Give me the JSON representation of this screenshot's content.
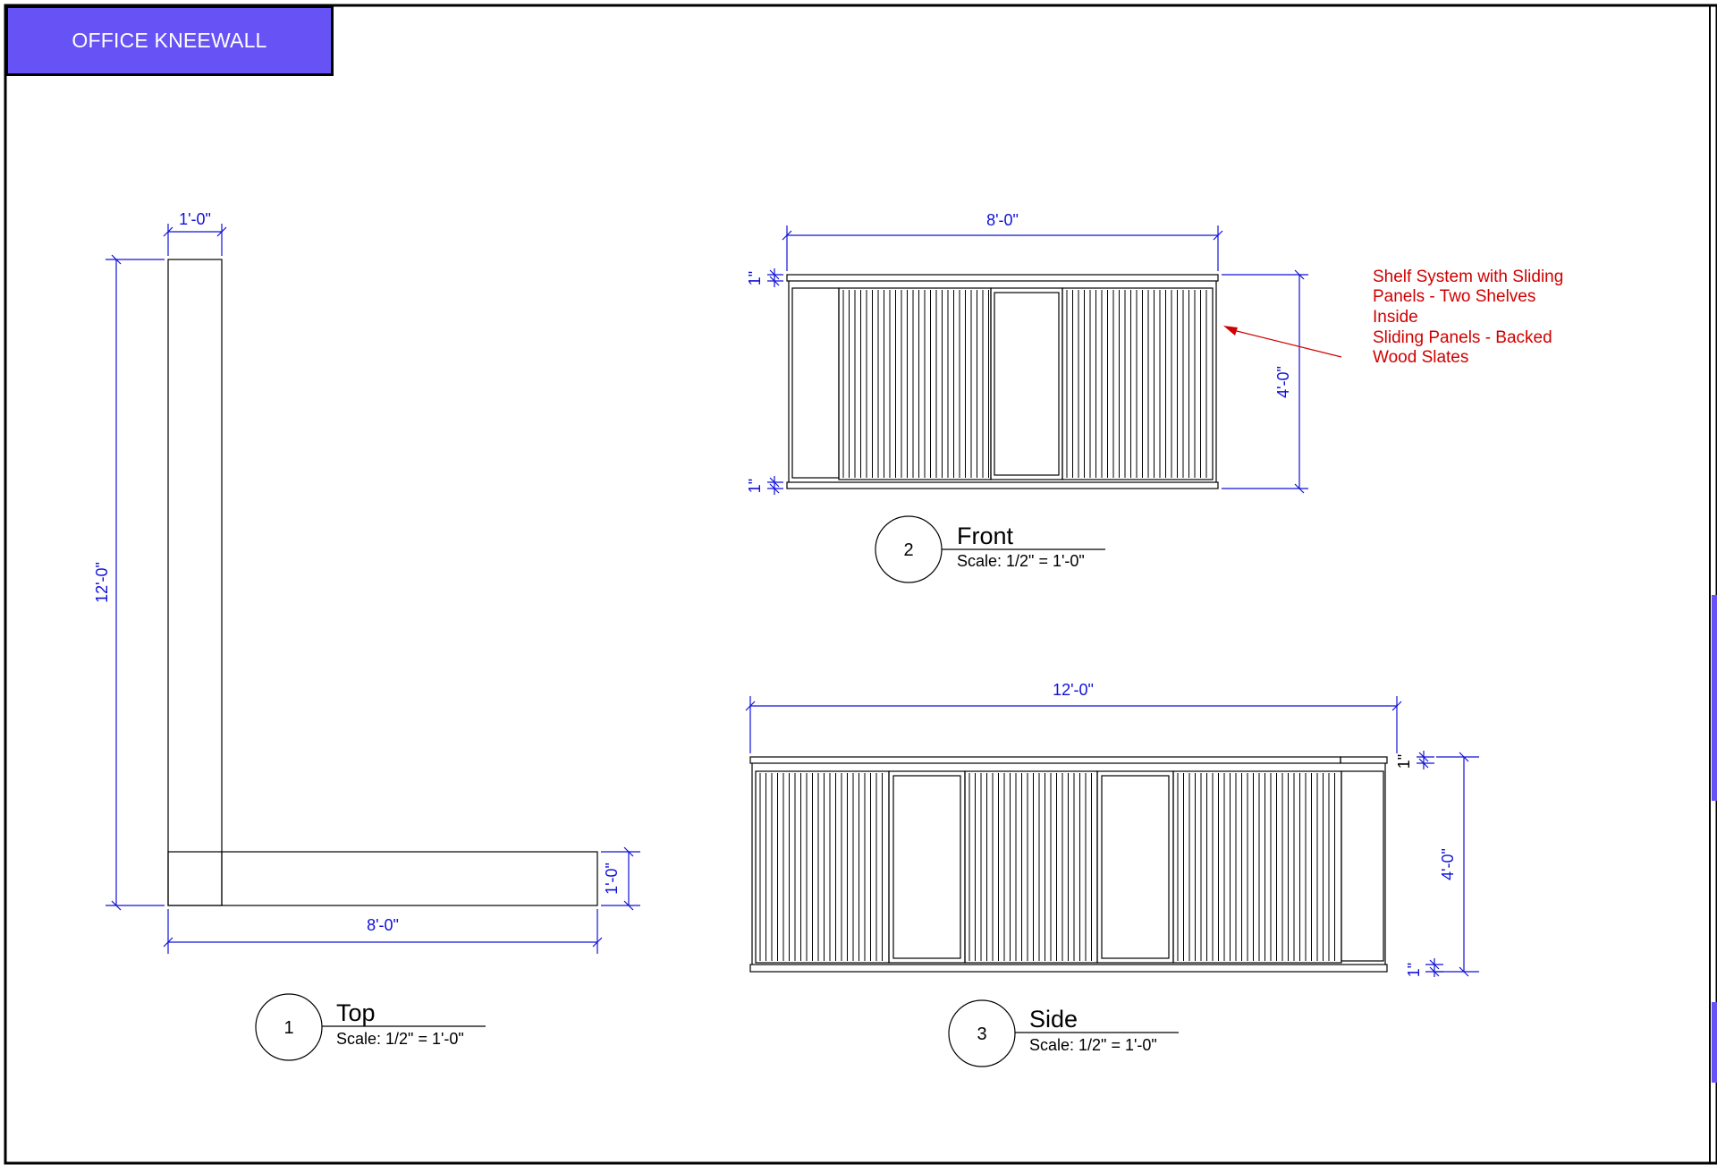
{
  "sheet": {
    "title": "OFFICE KNEEWALL",
    "accent_color": "#6652f5",
    "dimension_color": "#1010d8",
    "note_color": "#d00000"
  },
  "views": {
    "top": {
      "number": "1",
      "name": "Top",
      "scale": "Scale: 1/2\" = 1'-0\"",
      "dims": {
        "width": "1'-0\"",
        "height": "12'-0\"",
        "base_length": "8'-0\"",
        "base_width": "1'-0\""
      }
    },
    "front": {
      "number": "2",
      "name": "Front",
      "scale": "Scale: 1/2\" = 1'-0\"",
      "dims": {
        "length": "8'-0\"",
        "height": "4'-0\"",
        "top_cap": "1\"",
        "bottom_base": "1\""
      }
    },
    "side": {
      "number": "3",
      "name": "Side",
      "scale": "Scale: 1/2\" = 1'-0\"",
      "dims": {
        "length": "12'-0\"",
        "height": "4'-0\"",
        "top_cap": "1\"",
        "bottom_base": "1\""
      }
    }
  },
  "note": {
    "lines": [
      "Shelf System with Sliding",
      "Panels - Two Shelves",
      "Inside",
      "Sliding Panels - Backed",
      "Wood Slates"
    ]
  }
}
